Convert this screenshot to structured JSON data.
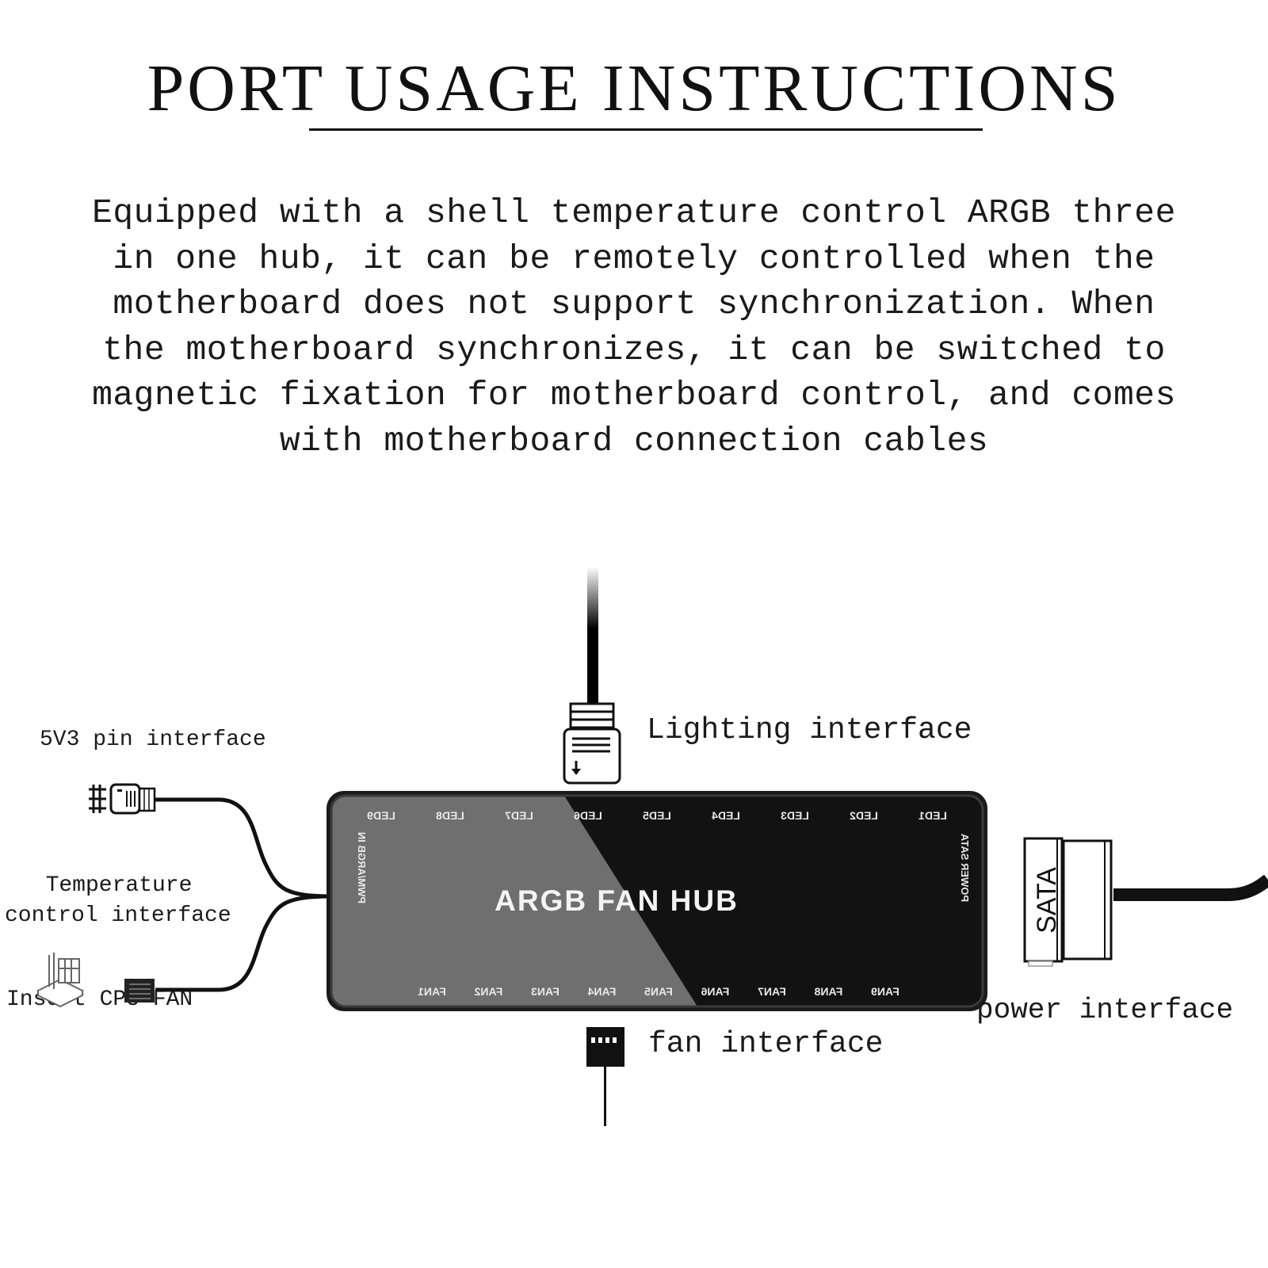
{
  "header": {
    "title": "PORT USAGE INSTRUCTIONS"
  },
  "description": {
    "lines": [
      "Equipped with a shell temperature control ARGB three",
      "in one hub, it can be remotely controlled when the",
      "motherboard does not support synchronization. When",
      "the motherboard synchronizes, it can be switched to",
      "magnetic fixation for motherboard control, and comes",
      "with motherboard connection cables"
    ]
  },
  "hub": {
    "title": "ARGB FAN HUB",
    "led_ports": [
      "LED9",
      "LED8",
      "LED7",
      "LED6",
      "LED5",
      "LED4",
      "LED3",
      "LED2",
      "LED1"
    ],
    "fan_ports": [
      "FAN1",
      "FAN2",
      "FAN3",
      "FAN4",
      "FAN5",
      "FAN6",
      "FAN7",
      "FAN8",
      "FAN9"
    ],
    "left_port_label": "PWM/ARGB IN",
    "right_port_label": "POWER SATA",
    "labels_mirrored": true,
    "colors": {
      "light_panel": "#6f6f6f",
      "dark_panel": "#121212",
      "frame": "#2a2a2a"
    }
  },
  "callouts": {
    "pin_5v3": "5V3 pin interface",
    "temperature_line1": "Temperature",
    "temperature_line2": "control interface",
    "cpu_fan": "Insert CPU FAN",
    "lighting": "Lighting interface",
    "fan": "fan interface",
    "power": "power interface",
    "sata_connector": "SATA"
  },
  "icons": {
    "argb_connector": "3-pin-argb-plug-icon",
    "temp_sensor": "motherboard-header-icon",
    "cpu_fan_plug": "4-pin-fan-plug-icon",
    "lighting_plug": "argb-plug-icon",
    "fan_plug": "fan-plug-icon",
    "sata_plug": "sata-power-plug-icon"
  }
}
